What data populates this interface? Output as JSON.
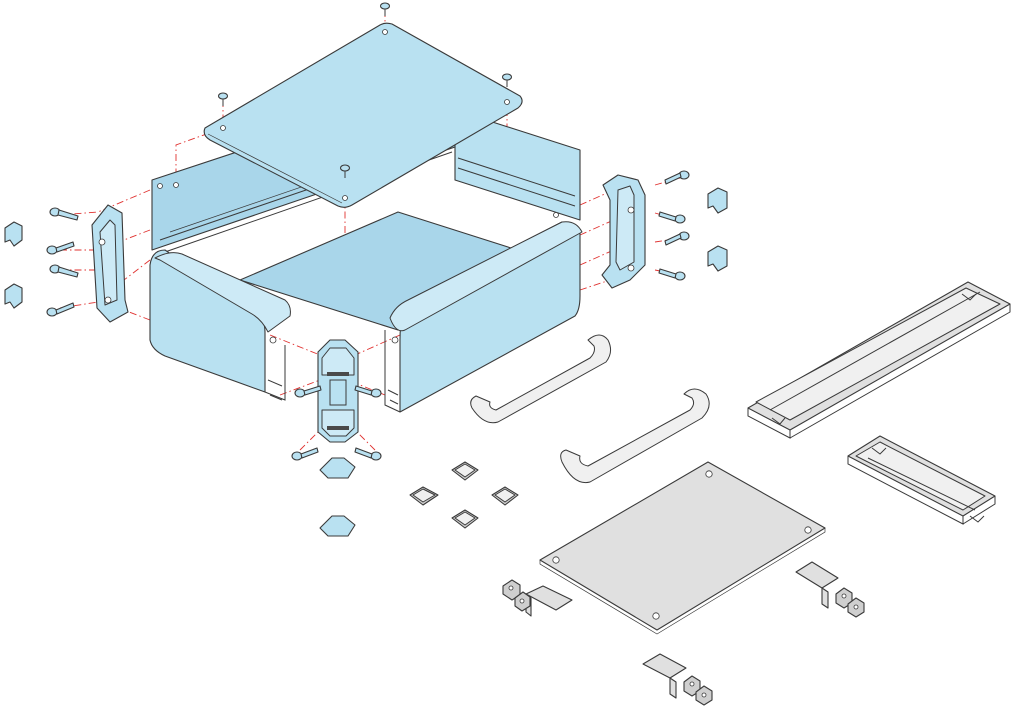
{
  "figure": {
    "kind": "exploded-assembly-drawing",
    "colors": {
      "enclosure_parts": "#b9e1f1",
      "accessory_parts": "#e0e0e0",
      "outline": "#3a3a3a",
      "assembly_lines": "#e0312f",
      "background": "#ffffff"
    },
    "parts": [
      "top-cover-panel",
      "enclosure-body",
      "end-panel-left",
      "end-panel-right",
      "front-foot-block",
      "screws",
      "clips",
      "feet",
      "rubber-pads",
      "carry-handles",
      "din-rails",
      "mounting-plate",
      "mounting-brackets"
    ]
  }
}
